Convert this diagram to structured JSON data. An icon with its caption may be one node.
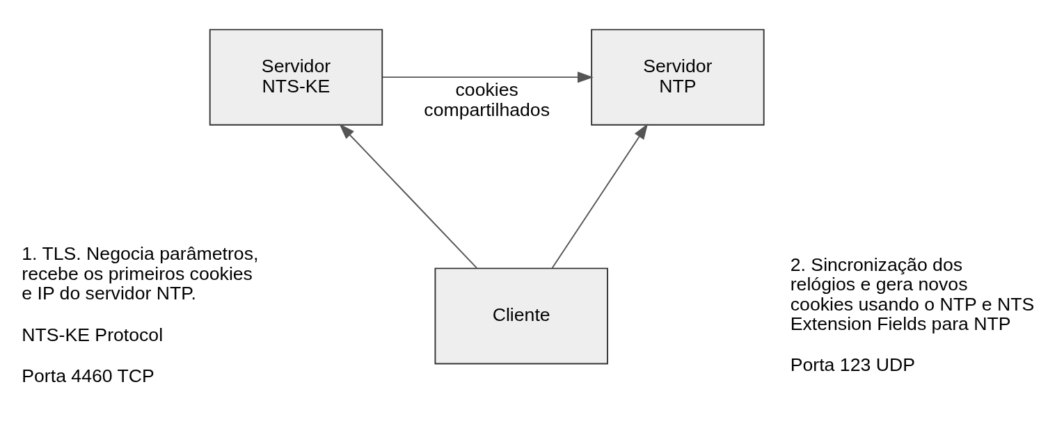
{
  "diagram": {
    "nodes": [
      {
        "text": [
          "Servidor NTS-KE"
        ]
      },
      {
        "text": [
          "Servidor NTP"
        ]
      },
      {
        "text": [
          "Cliente"
        ]
      }
    ],
    "edges": [
      {
        "from": 0,
        "to": 1,
        "arrow": "to",
        "label": "cookies compartilhados"
      },
      {
        "from": 2,
        "to": 0,
        "arrow": "to"
      },
      {
        "from": 2,
        "to": 1,
        "arrow": "to"
      }
    ],
    "labels": [
      "1. TLS. Negocia parâmetros, recebe os primeiros cookies e IP do servidor NTP.",
      "NTS-KE Protocol",
      "Porta 4460 TCP",
      "2. Sincronização dos relógios e gera novos cookies usando o NTP e NTS Extension Fields para NTP",
      "Porta 123 UDP"
    ]
  }
}
